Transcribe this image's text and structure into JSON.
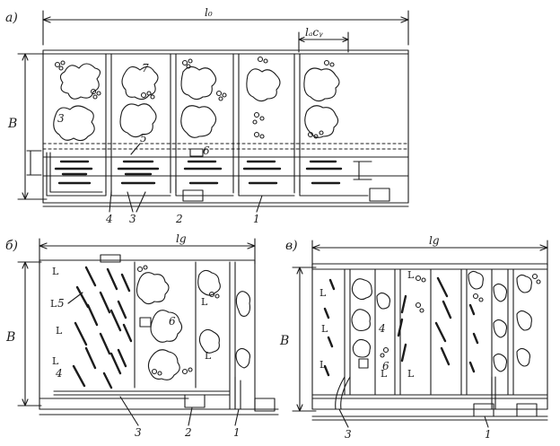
{
  "panels": [
    {
      "id": "a",
      "label": "а)",
      "width_label": "l₀",
      "height_label": "B",
      "cell_label": "lₐcᵧ",
      "callouts": [
        "4",
        "3",
        "2",
        "1",
        "3",
        "5",
        "6",
        "7"
      ]
    },
    {
      "id": "b",
      "label": "б)",
      "width_label": "lg",
      "height_label": "B",
      "callouts": [
        "5",
        "4",
        "6",
        "3",
        "2",
        "1"
      ]
    },
    {
      "id": "v",
      "label": "в)",
      "width_label": "lg",
      "height_label": "B",
      "callouts": [
        "3",
        "4",
        "6",
        "1"
      ]
    }
  ]
}
